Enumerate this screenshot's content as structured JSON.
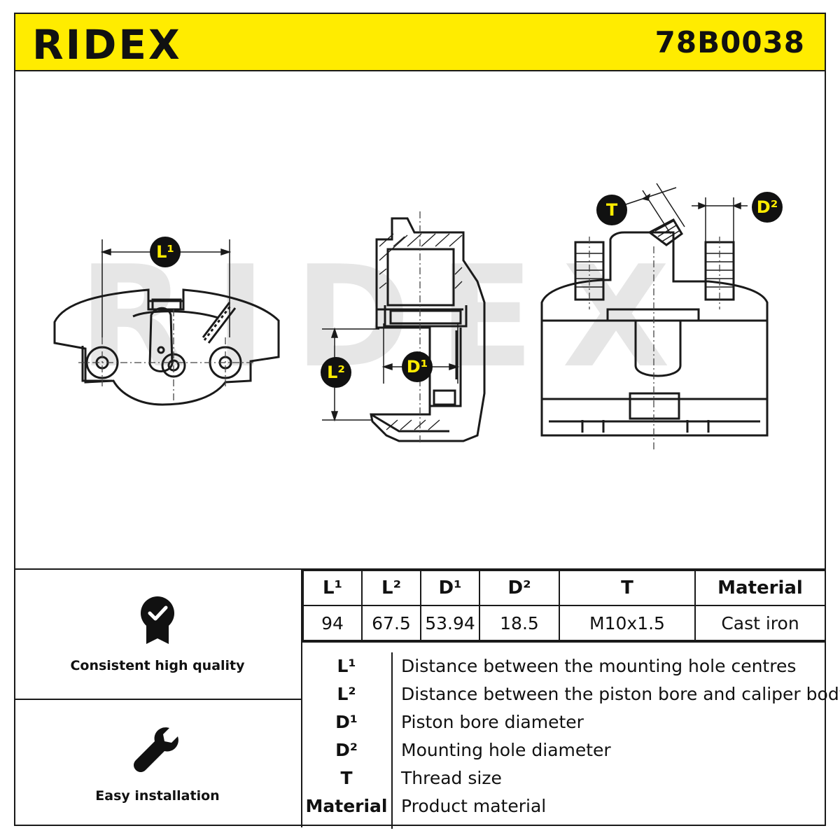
{
  "header": {
    "brand": "RIDEX",
    "part_number": "78B0038",
    "brand_color": "#ffec00"
  },
  "drawing": {
    "watermark": "RIDEX",
    "labels": {
      "l1": "L¹",
      "l2": "L²",
      "d1": "D¹",
      "d2": "D²",
      "t": "T"
    }
  },
  "features": [
    {
      "icon": "quality-badge-icon",
      "label": "Consistent high quality"
    },
    {
      "icon": "wrench-icon",
      "label": "Easy installation"
    }
  ],
  "spec_table": {
    "headers": [
      "L¹",
      "L²",
      "D¹",
      "D²",
      "T",
      "Material"
    ],
    "values": [
      "94",
      "67.5",
      "53.94",
      "18.5",
      "M10x1.5",
      "Cast iron"
    ]
  },
  "legend": [
    {
      "key": "L¹",
      "desc": "Distance between the mounting hole centres"
    },
    {
      "key": "L²",
      "desc": "Distance between the piston bore and caliper body"
    },
    {
      "key": "D¹",
      "desc": "Piston bore diameter"
    },
    {
      "key": "D²",
      "desc": "Mounting hole diameter"
    },
    {
      "key": "T",
      "desc": "Thread size"
    },
    {
      "key": "Material",
      "desc": "Product material"
    }
  ]
}
